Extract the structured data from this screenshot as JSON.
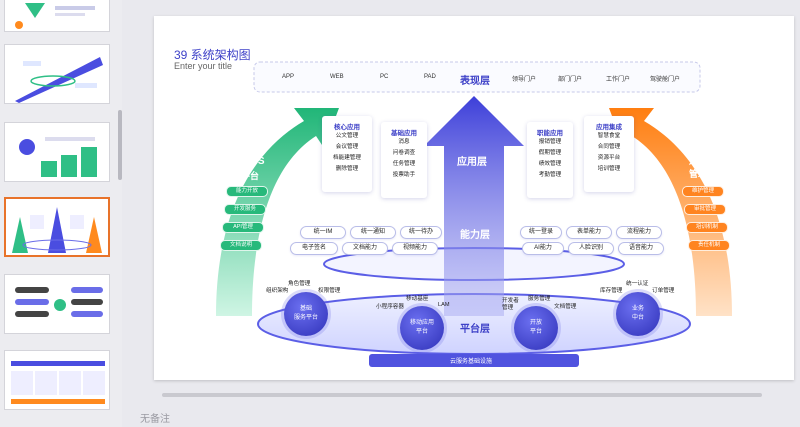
{
  "slide": {
    "title": "39 系统架构图",
    "subtitle": "Enter your title",
    "top_bar": {
      "items_left": [
        "APP",
        "WEB",
        "PC",
        "PAD"
      ],
      "center_label": "表现层",
      "items_right": [
        "领导门户",
        "部门门户",
        "工作门户",
        "驾驶舱门户"
      ]
    },
    "app_layer_label": "应用层",
    "capability_layer_label": "能力层",
    "platform_layer_label": "平台层",
    "cloud_label": "云服务基础设施",
    "cards": {
      "core": {
        "title": "核心应用",
        "items": [
          "公文管理",
          "会议管理",
          "档能建管理",
          "删除管理"
        ]
      },
      "basic": {
        "title": "基础应用",
        "items": [
          "消息",
          "问卷调查",
          "任务管理",
          "投票助手"
        ]
      },
      "workplace": {
        "title": "职能应用",
        "items": [
          "报销管理",
          "假期管理",
          "绩效管理",
          "考勤管理"
        ]
      },
      "integration": {
        "title": "应用集成",
        "items": [
          "智慧食堂",
          "合同管理",
          "资源平台",
          "培训管理"
        ]
      }
    },
    "capability_pills": {
      "row1": [
        "统一IM",
        "统一通知",
        "统一待办",
        "统一登录",
        "表单能力",
        "流程能力"
      ],
      "row2": [
        "电子签名",
        "文档能力",
        "视频能力",
        "AI能力",
        "人脸识别",
        "语音能力"
      ]
    },
    "left_panel": {
      "title_line1": "PASS",
      "title_line2": "平台",
      "items": [
        "能力开放",
        "开发服务",
        "API管理",
        "文档说明"
      ]
    },
    "right_panel": {
      "title_line1": "运营",
      "title_line2": "管理",
      "items": [
        "维护管理",
        "审批管理",
        "培训机制",
        "责任机制"
      ]
    },
    "platform_circles": [
      {
        "label": "基础\n服务平台",
        "annotations": [
          "组织架构",
          "角色管理",
          "权限管理"
        ]
      },
      {
        "label": "移动应用\n平台",
        "annotations": [
          "小程序容器",
          "移动基座",
          "LAM"
        ]
      },
      {
        "label": "开放\n平台",
        "annotations": [
          "开发者\n管理",
          "服务管理",
          "文档管理"
        ]
      },
      {
        "label": "业务\n中台",
        "annotations": [
          "库存管理",
          "统一认证",
          "订单管理"
        ]
      }
    ]
  },
  "more_menu_glyph": "•••",
  "notes_placeholder": "无备注",
  "colors": {
    "accent": "#3f42c8",
    "green": "#2fbf86",
    "orange": "#ff8a1e",
    "selected_border": "#e8732a"
  }
}
